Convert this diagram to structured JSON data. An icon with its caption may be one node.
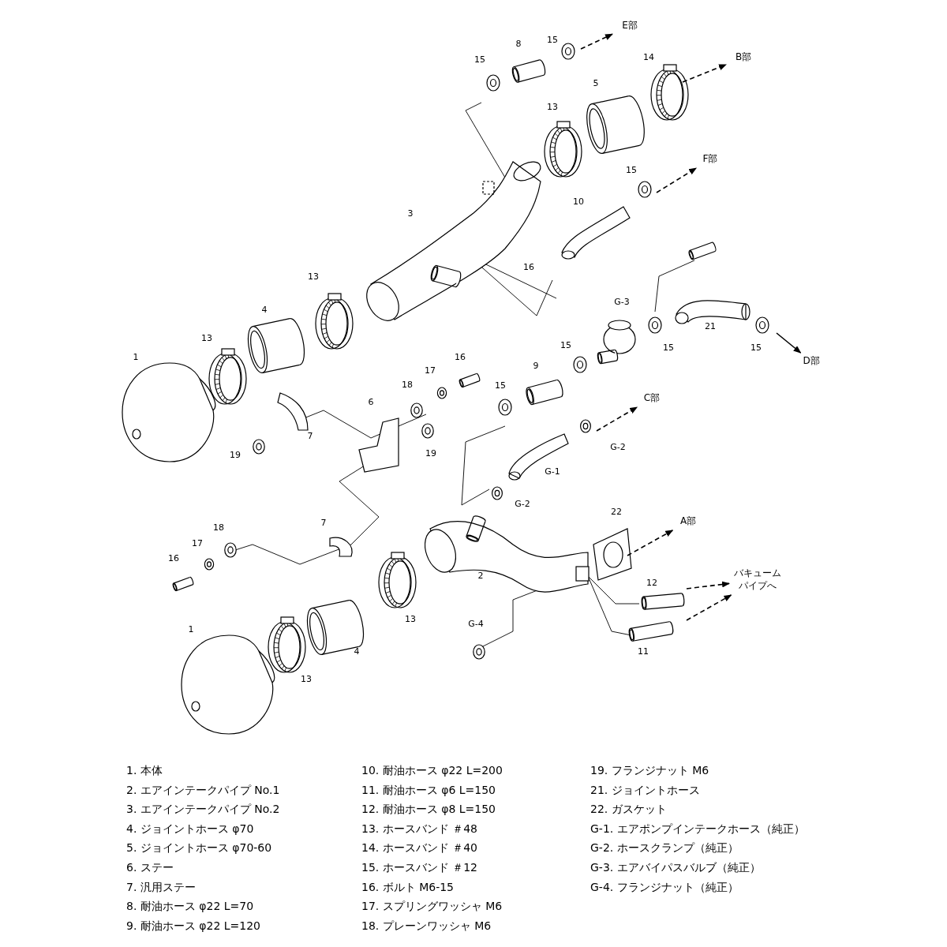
{
  "diagram": {
    "nodes": [
      {
        "text": [
          "E部"
        ]
      },
      {
        "text": [
          "B部"
        ]
      },
      {
        "text": [
          "F部"
        ]
      },
      {
        "text": [
          "D部"
        ]
      },
      {
        "text": [
          "C部"
        ]
      },
      {
        "text": [
          "A部"
        ]
      },
      {
        "text": [
          "バキュームパイプへ"
        ]
      }
    ],
    "edges": [
      {
        "from": null,
        "to": 0,
        "arrow": "to",
        "style": "dashed"
      },
      {
        "from": null,
        "to": 1,
        "arrow": "to",
        "style": "dashed"
      },
      {
        "from": null,
        "to": 2,
        "arrow": "to",
        "style": "dashed"
      },
      {
        "from": null,
        "to": 3,
        "arrow": "to"
      },
      {
        "from": null,
        "to": 4,
        "arrow": "to",
        "style": "dashed"
      },
      {
        "from": null,
        "to": 5,
        "arrow": "to",
        "style": "dashed"
      },
      {
        "from": null,
        "to": 6,
        "arrow": "to",
        "style": "dashed"
      },
      {
        "from": null,
        "to": 6,
        "arrow": "to",
        "style": "dashed"
      }
    ],
    "labels": [
      "8",
      "15",
      "15",
      "14",
      "5",
      "13",
      "15",
      "10",
      "3",
      "16",
      "13",
      "G-3",
      "4",
      "21",
      "13",
      "15",
      "15",
      "15",
      "1",
      "16",
      "9",
      "17",
      "18",
      "15",
      "6",
      "7",
      "G-2",
      "19",
      "19",
      "G-1",
      "G-2",
      "22",
      "7",
      "18",
      "17",
      "16",
      "2",
      "12",
      "13",
      "G-4",
      "1",
      "11",
      "4",
      "13",
      "1. 本体",
      "2. エアインテークパイプ No.1",
      "3. エアインテークパイプ No.2",
      "4. ジョイントホース φ70",
      "5. ジョイントホース φ70-60",
      "6. ステー",
      "7. 汎用ステー",
      "8. 耐油ホース φ22 L=70",
      "9. 耐油ホース φ22 L=120",
      "10. 耐油ホース φ22 L=200",
      "11. 耐油ホース φ6 L=150",
      "12. 耐油ホース φ8 L=150",
      "13. ホースバンド ＃48",
      "14. ホースバンド ＃40",
      "15. ホースバンド ＃12",
      "16. ボルト M6-15",
      "17. スプリングワッシャ M6",
      "18. プレーンワッシャ M6",
      "19. フランジナット M6",
      "21. ジョイントホース",
      "22. ガスケット",
      "G-1. エアポンプインテークホース（純正）",
      "G-2. ホースクランプ（純正）",
      "G-3. エアバイパスバルブ（純正）",
      "G-4. フランジナット（純正）"
    ]
  }
}
